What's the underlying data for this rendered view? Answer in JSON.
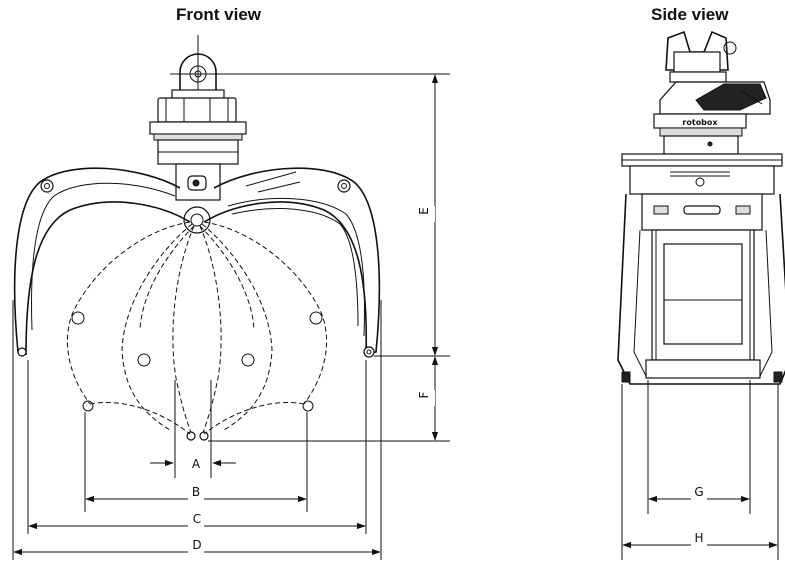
{
  "titles": {
    "front": "Front view",
    "side": "Side view"
  },
  "dimensions": {
    "A": "A",
    "B": "B",
    "C": "C",
    "D": "D",
    "E": "E",
    "F": "F",
    "G": "G",
    "H": "H"
  },
  "logo": "rotobox"
}
